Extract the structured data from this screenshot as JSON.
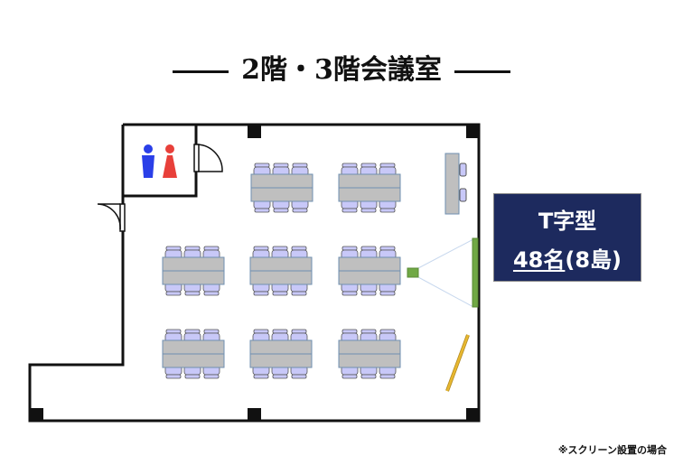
{
  "title": "2階・3階会議室",
  "layout_label": {
    "type": "T字型",
    "capacity": "48名",
    "islands": "(8島)"
  },
  "note": "※スクリーン設置の場合",
  "colors": {
    "label_bg": "#1d2a5e",
    "table": "#bfbfbf",
    "chair": "#c8c8f8",
    "screen": "#70a845",
    "whiteboard": "#e8b830",
    "male": "#2a3fe8",
    "female": "#e8403a"
  }
}
